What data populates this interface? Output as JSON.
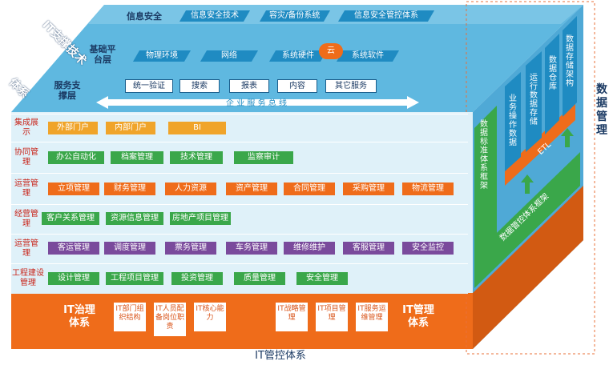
{
  "top": {
    "vertical_title": "IT支撑技术体系",
    "info_security": {
      "label": "信息安全",
      "items": [
        "信息安全技术",
        "容灾/备份系统",
        "信息安全管控体系"
      ]
    },
    "base_platform": {
      "label": "基础平台层",
      "items": [
        "物理环境",
        "网络",
        "系统硬件",
        "系统软件"
      ],
      "cloud": "云"
    },
    "service_support": {
      "label": "服务支撑层",
      "items": [
        "统一验证",
        "搜索",
        "报表",
        "内容",
        "其它服务"
      ],
      "bus": "企 业 服 务 总 线"
    }
  },
  "rows": [
    {
      "label": "集成展示",
      "items": [
        "外部门户",
        "内部门户",
        "BI"
      ]
    },
    {
      "label": "协同管理",
      "items": [
        "办公自动化",
        "档案管理",
        "技术管理",
        "监察审计"
      ]
    },
    {
      "label": "运营管理",
      "items": [
        "立项管理",
        "财务管理",
        "人力资源",
        "资产管理",
        "合同管理",
        "采购管理",
        "物流管理"
      ]
    },
    {
      "label": "经营管理",
      "items": [
        "客户关系管理",
        "资源信息管理",
        "房地产项目管理"
      ]
    },
    {
      "label": "运营管理",
      "items": [
        "客运管理",
        "调度管理",
        "票务管理",
        "车务管理",
        "维修维护",
        "客服管理",
        "安全监控"
      ]
    },
    {
      "label": "工程建设管理",
      "items": [
        "设计管理",
        "工程项目管理",
        "投资管理",
        "质量管理",
        "安全管理"
      ]
    }
  ],
  "bottom": {
    "governance": "IT治理体系",
    "governance_items": [
      "IT部门组织结构",
      "IT人员配备岗位职责",
      "IT核心能力"
    ],
    "management": "IT管理体系",
    "management_items": [
      "IT战略管理",
      "IT项目管理",
      "IT服务运维管理"
    ],
    "caption": "IT管控体系"
  },
  "side": {
    "title": "数据管理",
    "standards": "数据标准体系框架",
    "business_data": "业务操作数据",
    "runtime_storage": "运行数据存储",
    "warehouse": "数据仓库",
    "storage_arch": "数据存储架构",
    "etl": "ETL",
    "control_framework": "数据管控体系框架"
  },
  "colors": {
    "orange": "#ef6c1a",
    "green": "#3aa74a",
    "purple": "#7a4a9c",
    "yellow": "#f0a42a",
    "blue": "#1f8bc2",
    "light_blue": "#dff1f9"
  }
}
